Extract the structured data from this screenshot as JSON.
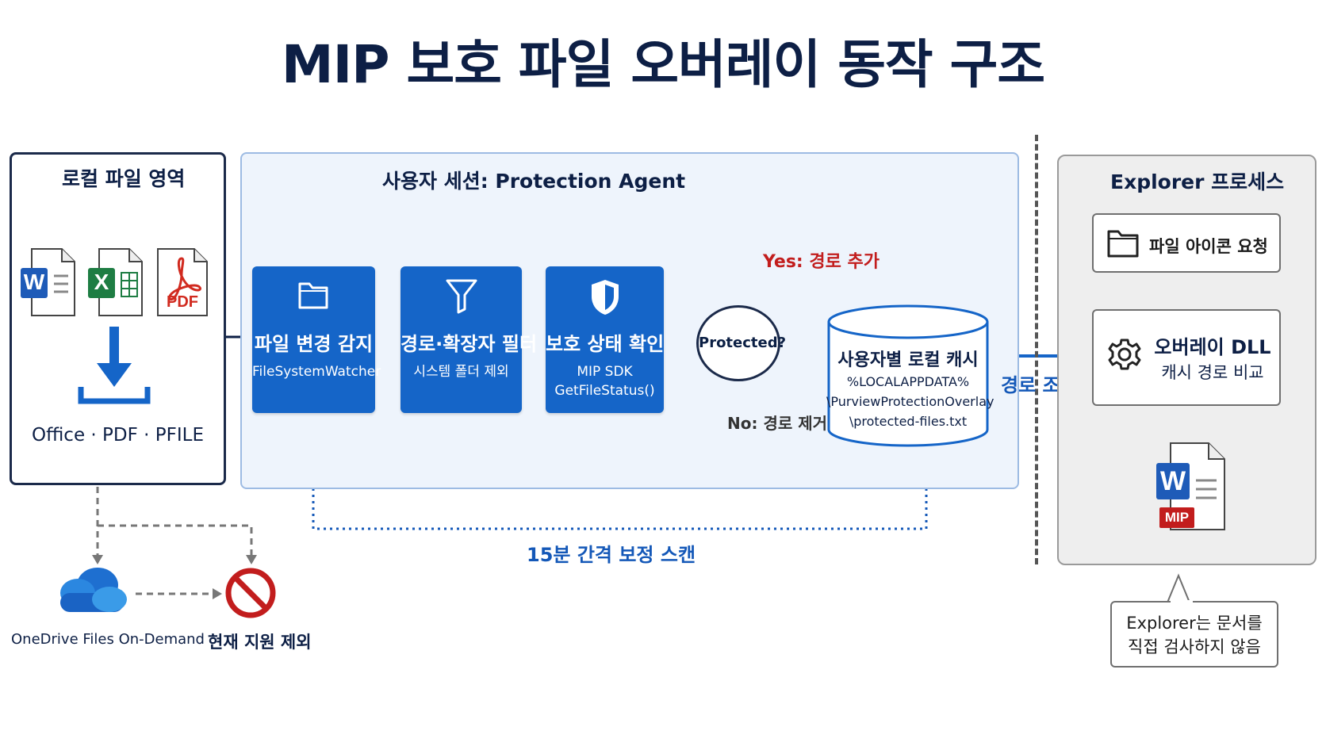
{
  "title": "MIP 보호 파일 오버레이 동작 구조",
  "local": {
    "title": "로컬 파일 영역",
    "file_types": "Office · PDF · PFILE",
    "word_letter": "W",
    "excel_letter": "X",
    "pdf_label": "PDF"
  },
  "agent": {
    "title": "사용자 세션: Protection Agent",
    "step1": {
      "title": "파일 변경 감지",
      "sub": "FileSystemWatcher"
    },
    "step2": {
      "title": "경로·확장자 필터",
      "sub": "시스템 폴더 제외"
    },
    "step3": {
      "title": "보호 상태 확인",
      "sub1": "MIP SDK",
      "sub2": "GetFileStatus()"
    },
    "decision": "Protected?",
    "yes_label": "Yes: 경로 추가",
    "no_label": "No: 경로 제거",
    "cache": {
      "title": "사용자별 로컬 캐시",
      "line1": "%LOCALAPPDATA%",
      "line2": "\\PurviewProtectionOverlay",
      "line3": "\\protected-files.txt"
    },
    "scan_label": "15분 간격 보정 스캔"
  },
  "lookup_label": "경로 조회",
  "explorer": {
    "title": "Explorer 프로세스",
    "request": "파일 아이콘 요청",
    "dll_title": "오버레이 DLL",
    "dll_sub": "캐시 경로 비교",
    "word_letter": "W",
    "mip_badge": "MIP"
  },
  "onedrive": {
    "label": "OneDrive Files On-Demand",
    "excluded": "현재 지원 제외"
  },
  "callout": {
    "line1": "Explorer는 문서를",
    "line2": "직접 검사하지 않음"
  },
  "colors": {
    "navy": "#0d1f45",
    "blue": "#1565c8",
    "red": "#c21d1d",
    "word_blue": "#1e5bb8",
    "excel_green": "#1e7d43",
    "pdf_red": "#d12a1f"
  },
  "icons": [
    "folder-icon",
    "filter-icon",
    "shield-icon",
    "gear-icon",
    "cloud-icon",
    "prohibited-icon",
    "download-arrow-icon"
  ]
}
